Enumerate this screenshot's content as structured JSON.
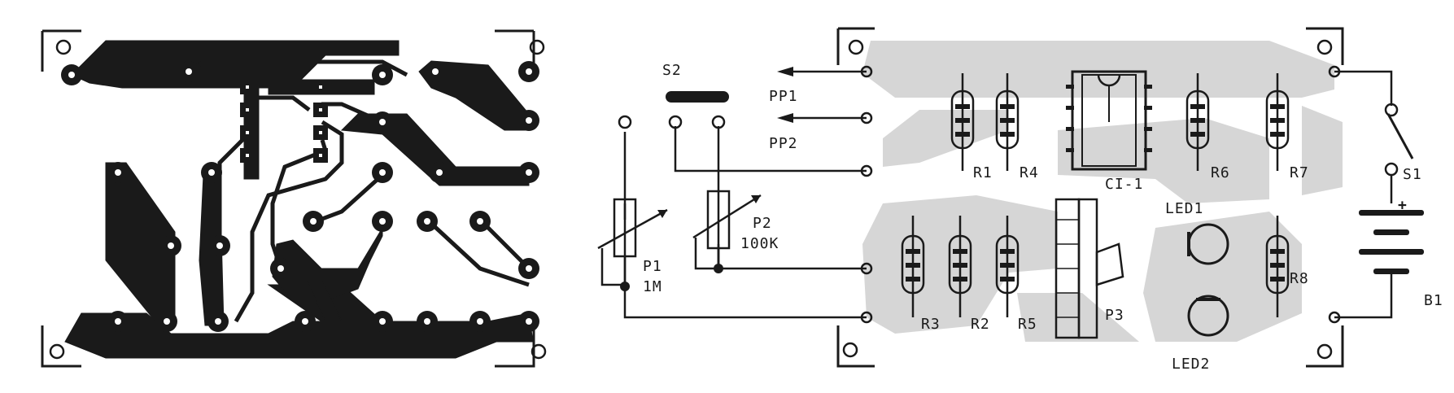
{
  "components": {
    "switch_s2": "S2",
    "output_pp1": "PP1",
    "output_pp2": "PP2",
    "pot_p1_name": "P1",
    "pot_p1_value": "1M",
    "pot_p2_name": "P2",
    "pot_p2_value": "100K",
    "r1": "R1",
    "r2": "R2",
    "r3": "R3",
    "r4": "R4",
    "r5": "R5",
    "r6": "R6",
    "r7": "R7",
    "r8": "R8",
    "ic1": "CI-1",
    "led1": "LED1",
    "led2": "LED2",
    "trimmer_p3": "P3",
    "switch_s1": "S1",
    "battery_b1": "B1",
    "battery_plus": "+"
  },
  "colors": {
    "ink": "#1a1a1a",
    "ghost_copper": "#d6d6d6",
    "background": "#ffffff"
  }
}
